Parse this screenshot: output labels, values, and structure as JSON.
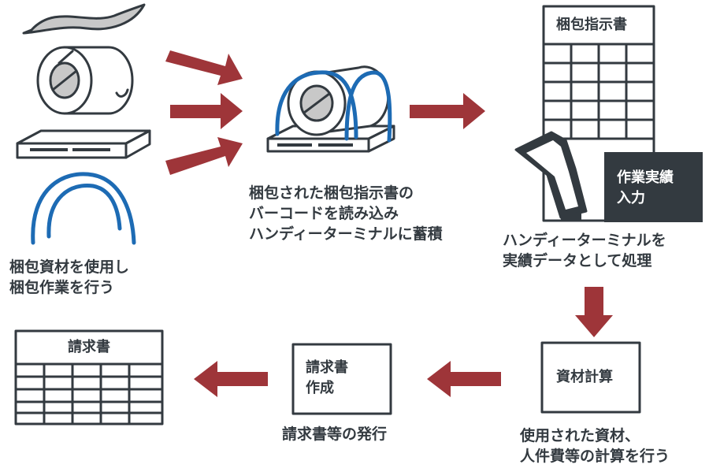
{
  "step1": {
    "line1": "梱包資材を使用し",
    "line2": "梱包作業を行う"
  },
  "step2": {
    "line1": "梱包された梱包指示書の",
    "line2": "バーコードを読み込み",
    "line3": "ハンディーターミナルに蓄積"
  },
  "step3": {
    "sheet_title": "梱包指示書",
    "badge_line1": "作業実績",
    "badge_line2": "入力",
    "line1": "ハンディーターミナルを",
    "line2": "実績データとして処理"
  },
  "step4": {
    "box_label": "資材計算",
    "line1": "使用された資材、",
    "line2": "人件費等の計算を行う"
  },
  "step5": {
    "box_line1": "請求書",
    "box_line2": "作成",
    "caption": "請求書等の発行"
  },
  "step6": {
    "sheet_title": "請求書"
  },
  "colors": {
    "arrow": "#9e3539",
    "outline": "#333a40",
    "band": "#1d6bb4",
    "shade": "#c8c8c8",
    "dark_box": "#333a40"
  },
  "icons": [
    "fabric-roll-icon",
    "tape-roll-icon",
    "pallet-board-icon",
    "strapping-band-icon",
    "packaged-roll-icon",
    "handy-terminal-scanner-icon",
    "flow-arrow-icon"
  ]
}
